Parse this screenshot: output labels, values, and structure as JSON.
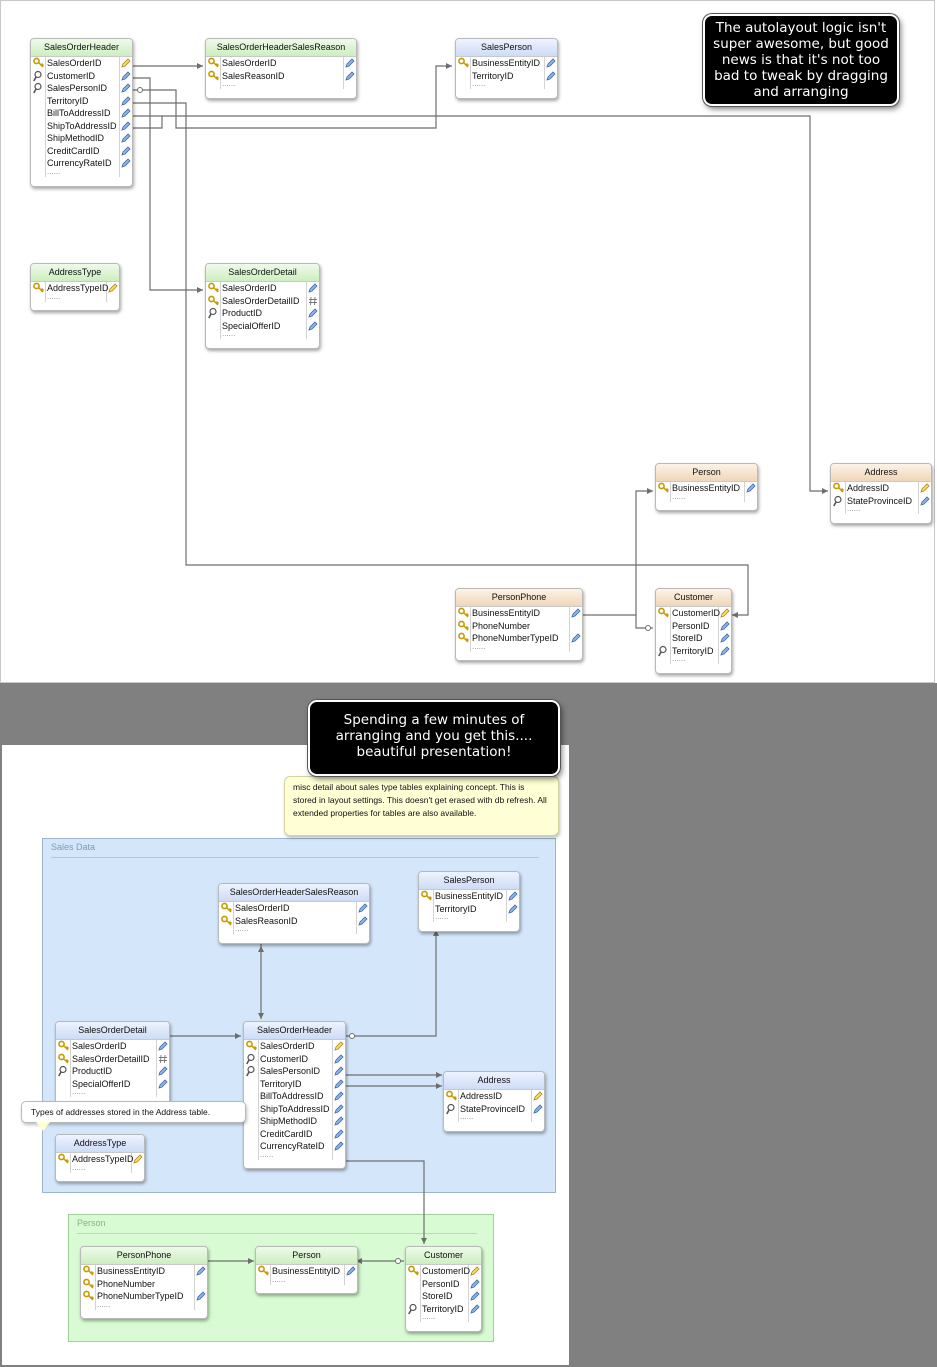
{
  "callouts": {
    "top": "The autolayout logic isn't super awesome, but good news is that it's not too bad to tweak by dragging and arranging",
    "bottom": "Spending a few minutes of arranging and you get this.... beautiful presentation!"
  },
  "notes": {
    "layout_note": "misc detail about sales type tables explaining concept. This is stored in layout settings. This doesn't get erased with db refresh. All extended properties for tables are also available.",
    "address_type_tip": "Types of addresses stored in the Address table."
  },
  "groups": {
    "sales": "Sales Data",
    "person": "Person"
  },
  "tables": {
    "SalesOrderHeader": {
      "title": "SalesOrderHeader",
      "columns": [
        "SalesOrderID",
        "CustomerID",
        "SalesPersonID",
        "TerritoryID",
        "BillToAddressID",
        "ShipToAddressID",
        "ShipMethodID",
        "CreditCardID",
        "CurrencyRateID"
      ]
    },
    "SalesOrderHeaderSalesReason": {
      "title": "SalesOrderHeaderSalesReason",
      "columns": [
        "SalesOrderID",
        "SalesReasonID"
      ]
    },
    "SalesPerson": {
      "title": "SalesPerson",
      "columns": [
        "BusinessEntityID",
        "TerritoryID"
      ]
    },
    "AddressType": {
      "title": "AddressType",
      "columns": [
        "AddressTypeID"
      ]
    },
    "SalesOrderDetail": {
      "title": "SalesOrderDetail",
      "columns": [
        "SalesOrderID",
        "SalesOrderDetailID",
        "ProductID",
        "SpecialOfferID"
      ]
    },
    "Person": {
      "title": "Person",
      "columns": [
        "BusinessEntityID"
      ]
    },
    "Address": {
      "title": "Address",
      "columns": [
        "AddressID",
        "StateProvinceID"
      ]
    },
    "PersonPhone": {
      "title": "PersonPhone",
      "columns": [
        "BusinessEntityID",
        "PhoneNumber",
        "PhoneNumberTypeID"
      ]
    },
    "Customer": {
      "title": "Customer",
      "columns": [
        "CustomerID",
        "PersonID",
        "StoreID",
        "TerritoryID"
      ]
    }
  },
  "row_placeholder": "......",
  "colors": {
    "header_green": "#cdeec0",
    "header_blue": "#cddcf6",
    "header_tan": "#efd6b8",
    "sales_group": "#d4e7fa",
    "person_group": "#d8fbd3",
    "background": "#808080"
  }
}
